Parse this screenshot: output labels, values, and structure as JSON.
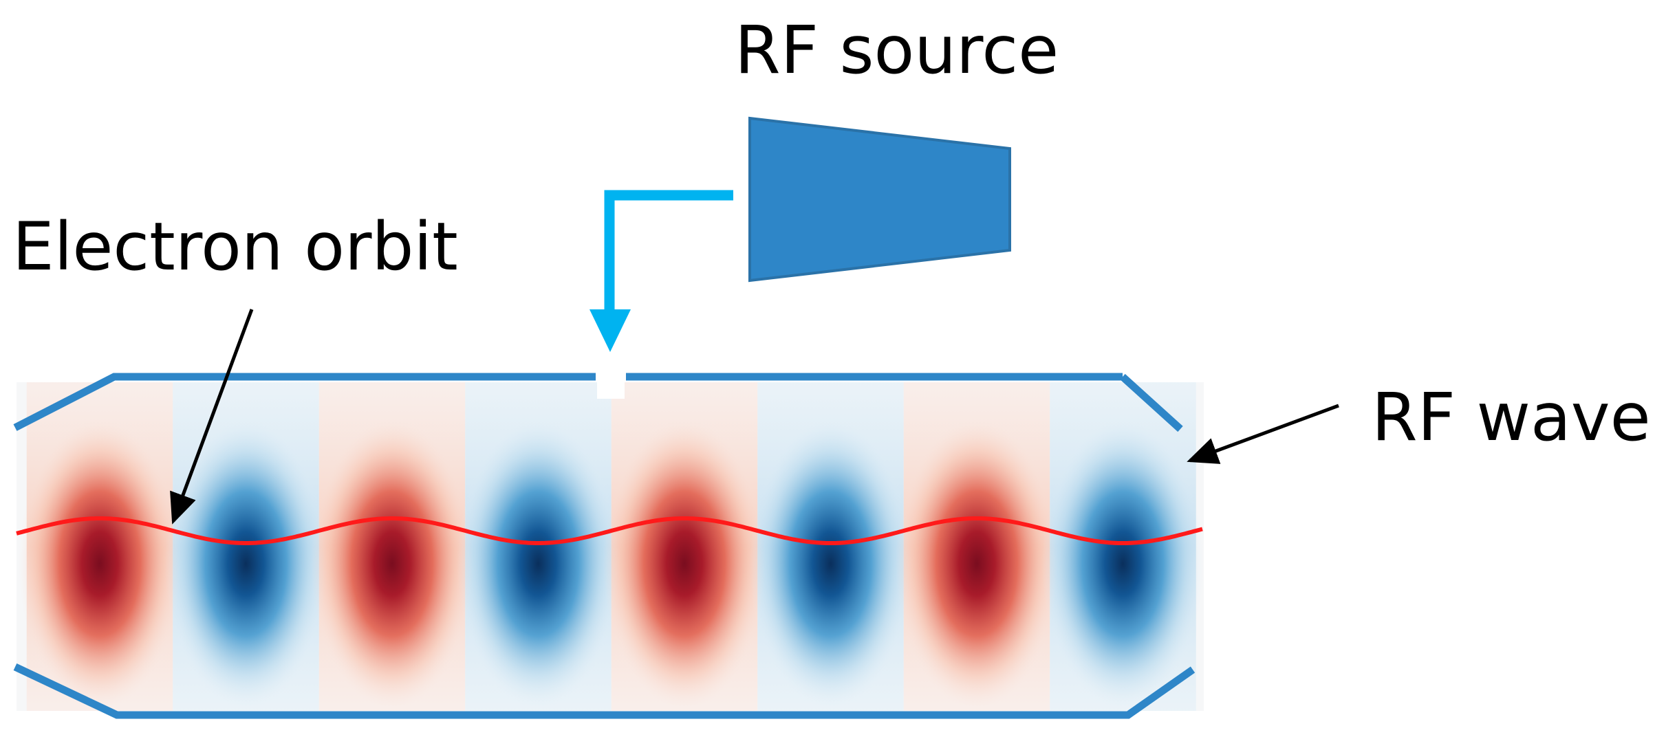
{
  "labels": {
    "rf_source": "RF source",
    "electron_orbit": "Electron orbit",
    "rf_wave": "RF wave"
  },
  "field": {
    "lobes": [
      {
        "polarity": "positive"
      },
      {
        "polarity": "negative"
      },
      {
        "polarity": "positive"
      },
      {
        "polarity": "negative"
      },
      {
        "polarity": "positive"
      },
      {
        "polarity": "negative"
      },
      {
        "polarity": "positive"
      },
      {
        "polarity": "negative"
      }
    ]
  },
  "colors": {
    "positive_lobe": "#7a0d1f",
    "negative_lobe": "#0a2f5c",
    "cavity_wall": "#2e86c8",
    "rf_source_body": "#2e86c8",
    "waveguide": "#00b3f0",
    "electron_orbit": "#ff1a1a",
    "pointer_arrow": "#000000"
  },
  "icons": {
    "rf_source": "rf-source-horn-icon",
    "waveguide_arrow": "down-arrow-icon"
  }
}
